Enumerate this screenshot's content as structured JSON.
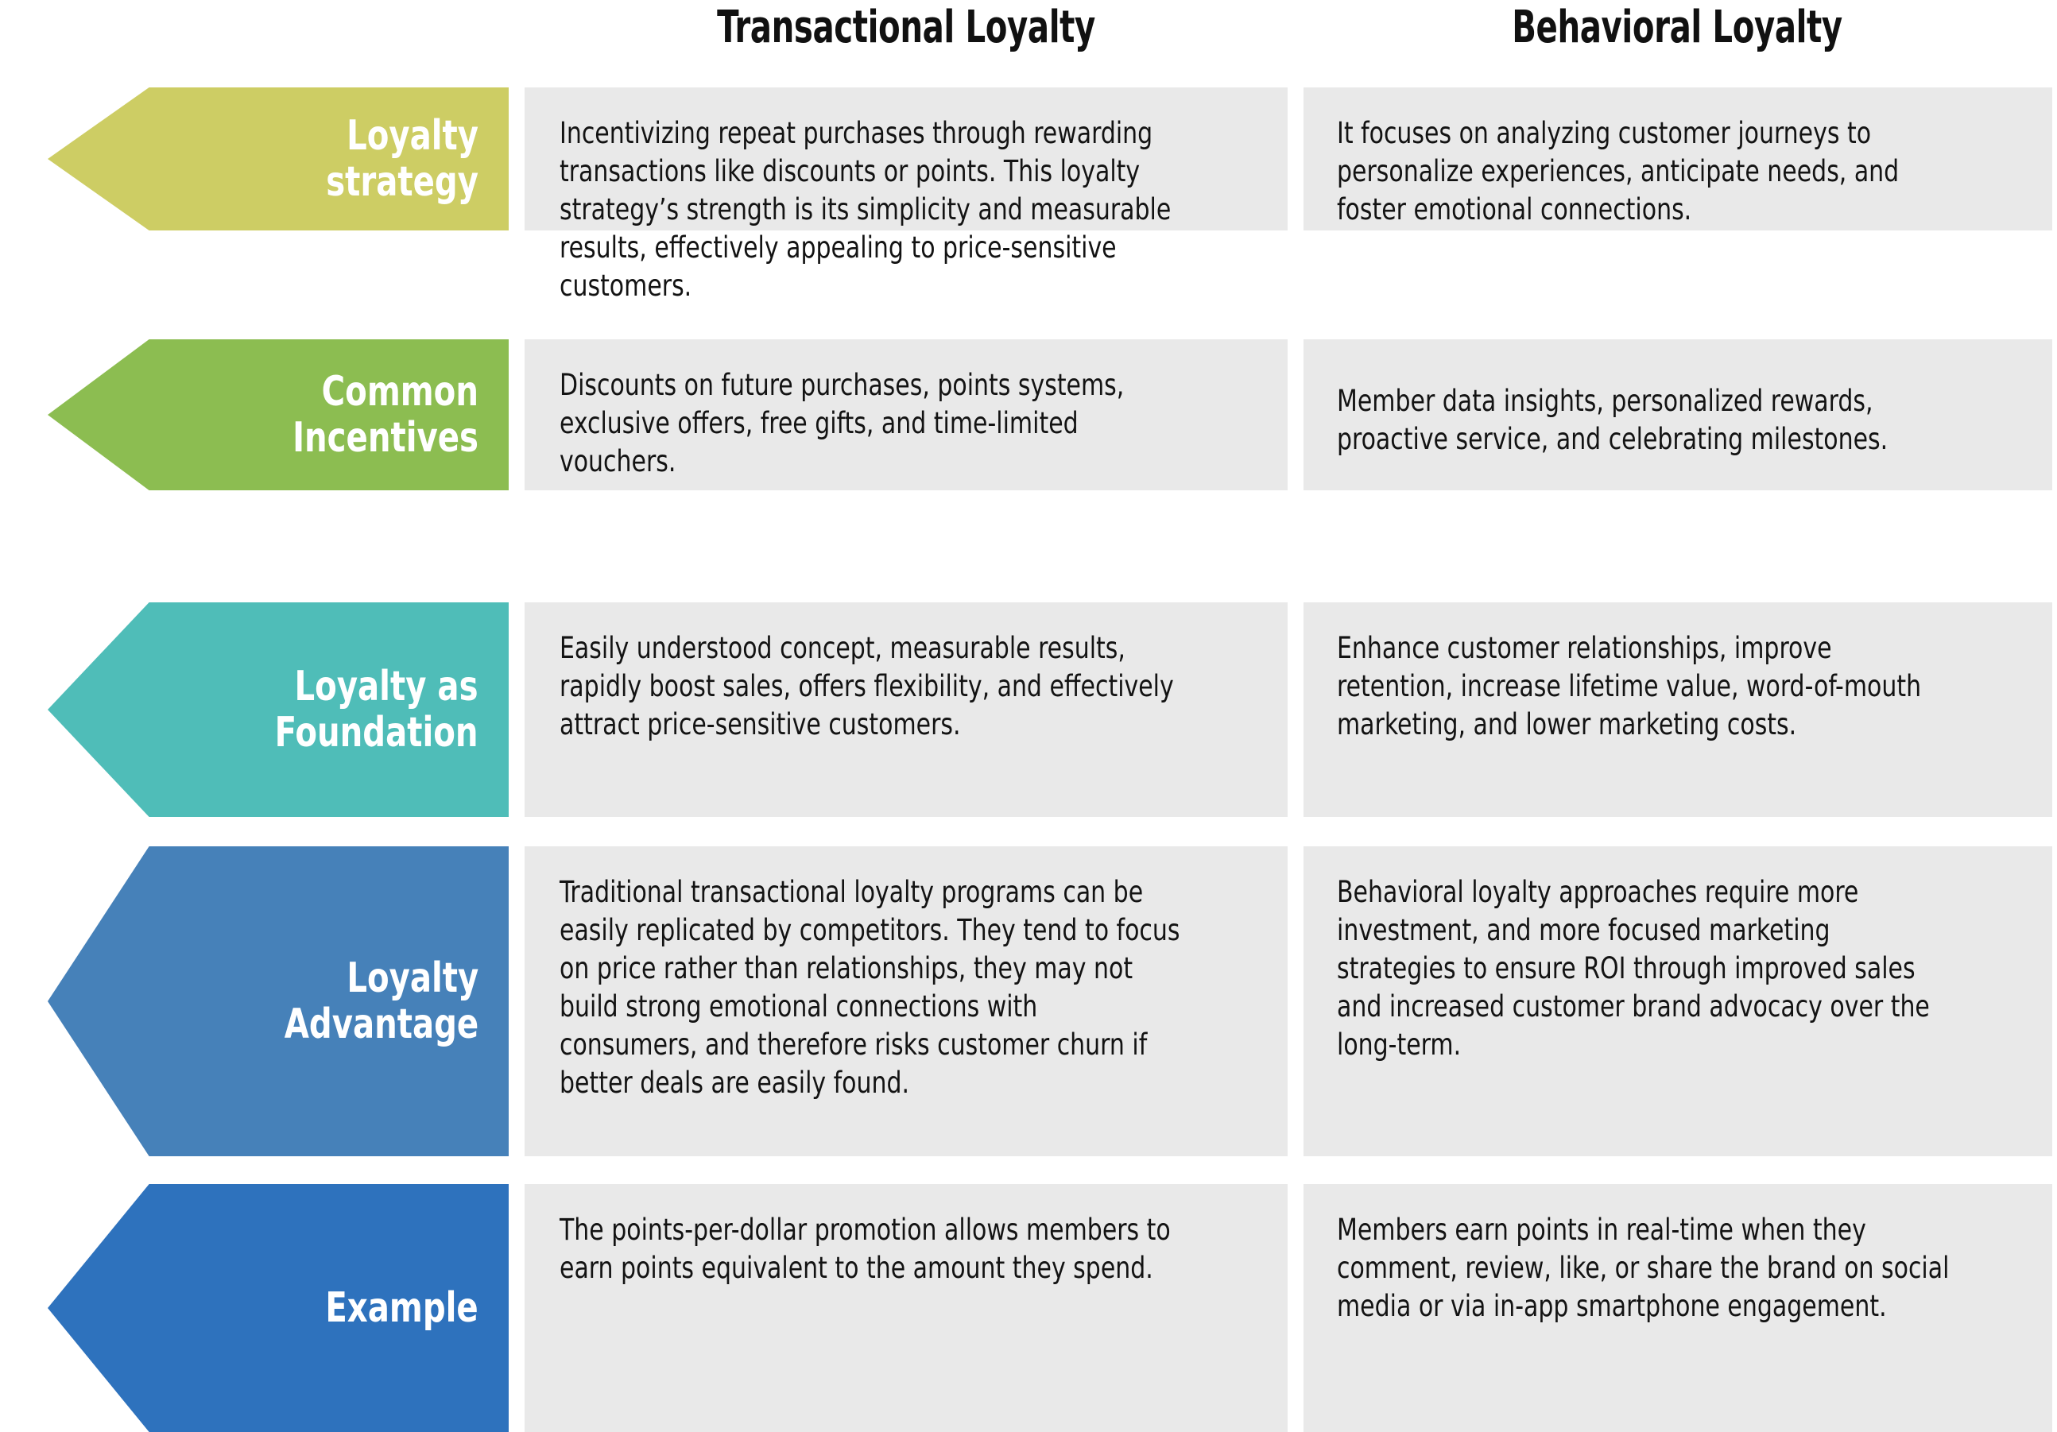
{
  "headers": {
    "left_column": "Transactional Loyalty",
    "right_column": "Behavioral Loyalty"
  },
  "colors": {
    "row1": "#cdcd64",
    "row2": "#8cbd51",
    "row3": "#4fbdb8",
    "row4": "#4681b9",
    "row5": "#2e72bd",
    "panel_background": "#e9e9e9",
    "page_background": "#ffffff",
    "label_text": "#ffffff",
    "body_text": "#131313"
  },
  "rows": [
    {
      "label": "Loyalty\nstrategy",
      "color": "#cdcd64",
      "transactional": "Incentivizing repeat purchases through rewarding transactions like discounts or points. This loyalty strategy’s strength is its simplicity and measurable results, effectively appealing to price-sensitive customers.",
      "behavioral": "It focuses on analyzing customer journeys to personalize experiences, anticipate needs, and foster emotional connections."
    },
    {
      "label": "Common\nIncentives",
      "color": "#8cbd51",
      "transactional": "Discounts on future purchases, points systems, exclusive offers, free gifts, and time-limited vouchers.",
      "behavioral": "Member data insights, personalized rewards, proactive service, and celebrating milestones."
    },
    {
      "label": "Loyalty as\nFoundation",
      "color": "#4fbdb8",
      "transactional": "Easily understood concept, measurable results, rapidly boost sales, offers flexibility, and effectively attract price-sensitive customers.",
      "behavioral": "Enhance customer relationships, improve retention, increase lifetime value, word-of-mouth marketing, and lower marketing costs."
    },
    {
      "label": "Loyalty\nAdvantage",
      "color": "#4681b9",
      "transactional": "Traditional transactional loyalty programs can be easily replicated by competitors. They tend to focus on price rather than relationships, they may not build strong emotional connections with consumers, and therefore risks customer churn if better deals are easily found.",
      "behavioral": "Behavioral loyalty approaches require more investment, and more focused marketing strategies to ensure ROI through improved sales and increased customer brand advocacy over the long-term."
    },
    {
      "label": "Example",
      "color": "#2e72bd",
      "transactional": "The points-per-dollar promotion allows members to earn points equivalent to the amount they spend.",
      "behavioral": "Members earn points in real-time when they comment, review, like, or share the brand on social media or via in-app smartphone engagement."
    }
  ]
}
